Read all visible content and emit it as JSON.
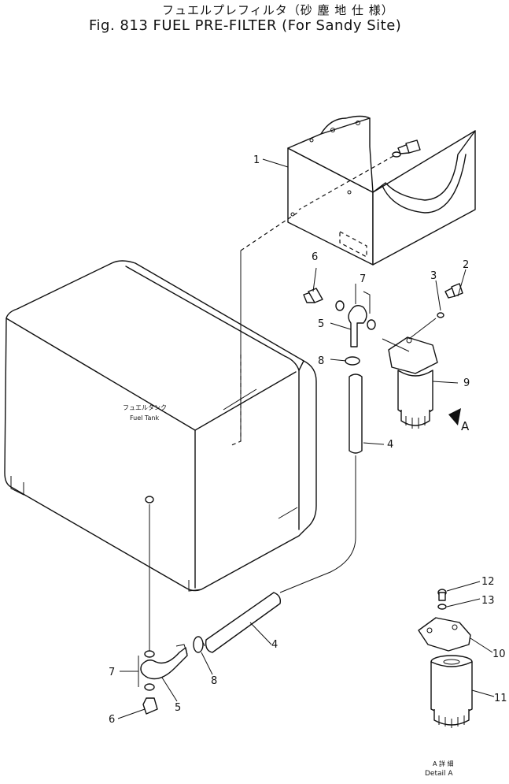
{
  "header": {
    "title_jp": "フュエルプレフィルタ（砂 塵 地 仕 様）",
    "title_en": "Fig. 813  FUEL  PRE-FILTER  (For  Sandy  Site)"
  },
  "tank": {
    "label_jp": "フュエルタンク",
    "label_en": "Fuel Tank"
  },
  "detail": {
    "arrow_label": "A",
    "label_jp": "A 詳 細",
    "label_en": "Detail A"
  },
  "callouts": {
    "c1": "1",
    "c2": "2",
    "c3": "3",
    "c4a": "4",
    "c4b": "4",
    "c5a": "5",
    "c5b": "5",
    "c6a": "6",
    "c6b": "6",
    "c7a": "7",
    "c7b": "7",
    "c8a": "8",
    "c8b": "8",
    "c9": "9",
    "c10": "10",
    "c11": "11",
    "c12": "12",
    "c13": "13"
  }
}
